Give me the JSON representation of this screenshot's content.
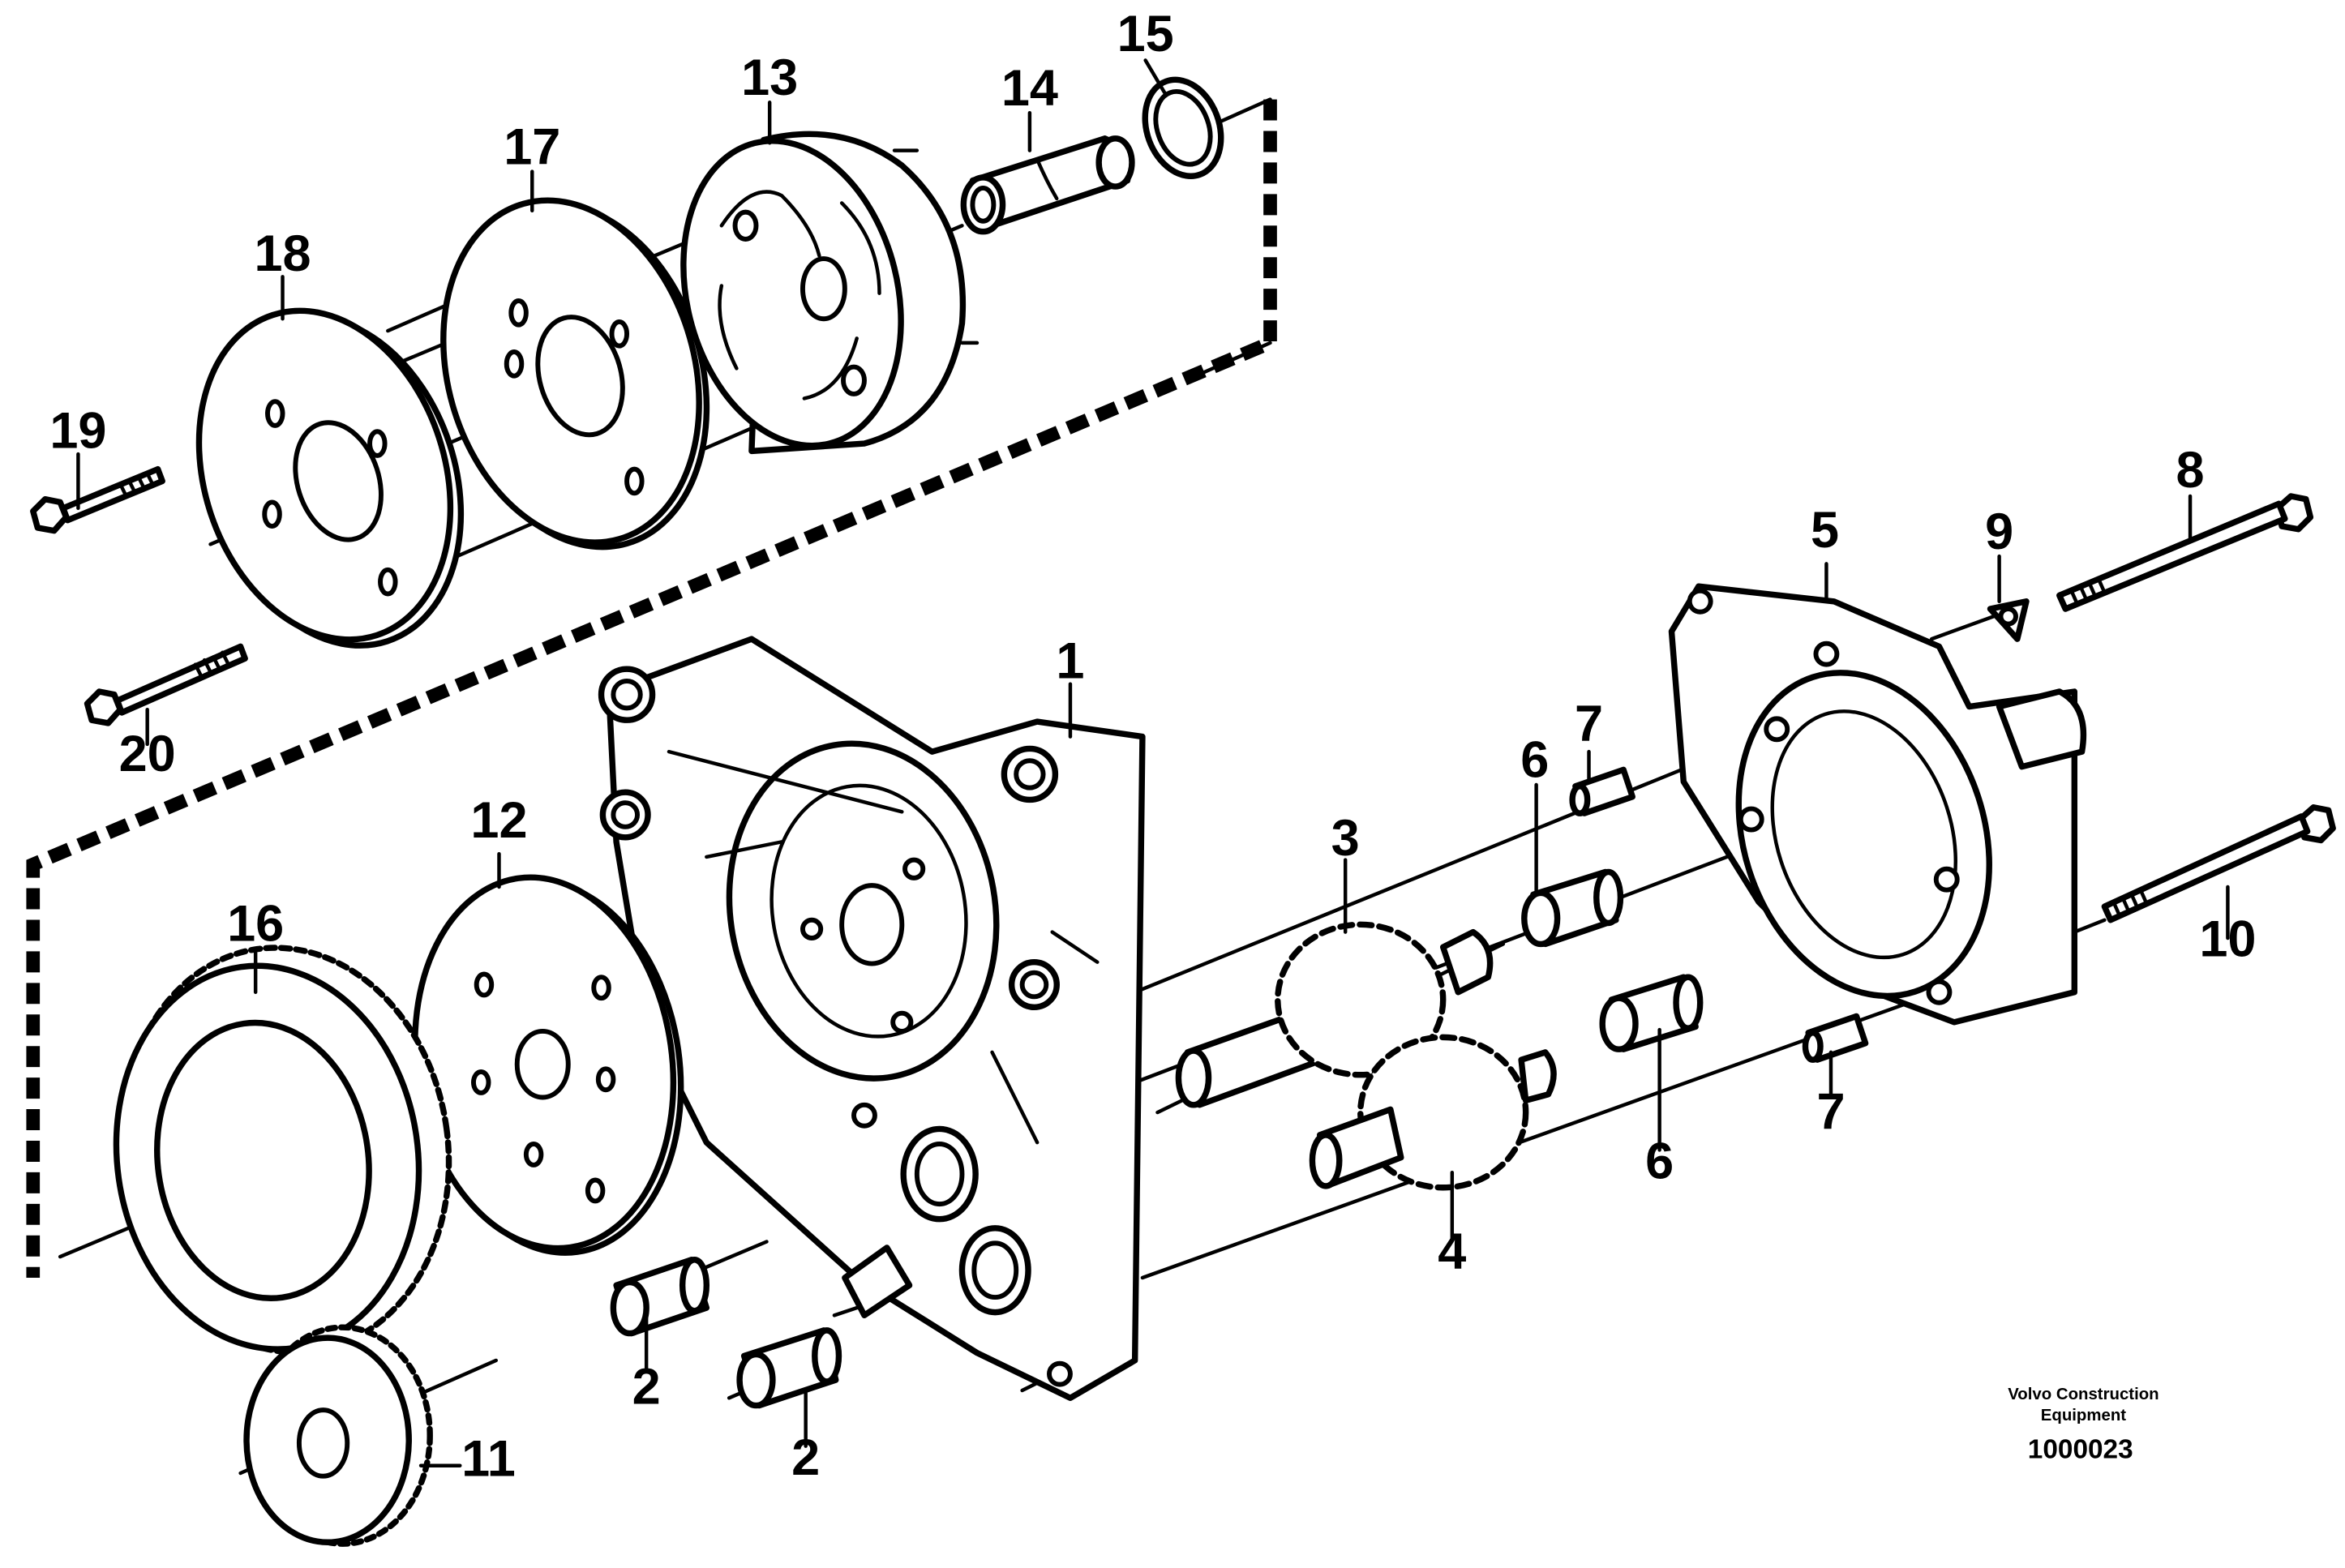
{
  "callouts": {
    "1": "1",
    "2": "2",
    "3": "3",
    "4": "4",
    "5": "5",
    "6": "6",
    "7": "7",
    "8": "8",
    "9": "9",
    "10": "10",
    "11": "11",
    "12": "12",
    "13": "13",
    "14": "14",
    "15": "15",
    "16": "16",
    "17": "17",
    "18": "18",
    "19": "19",
    "20": "20"
  },
  "caption": {
    "brand_line1": "Volvo Construction",
    "brand_line2": "Equipment",
    "figure_number": "1000023"
  }
}
